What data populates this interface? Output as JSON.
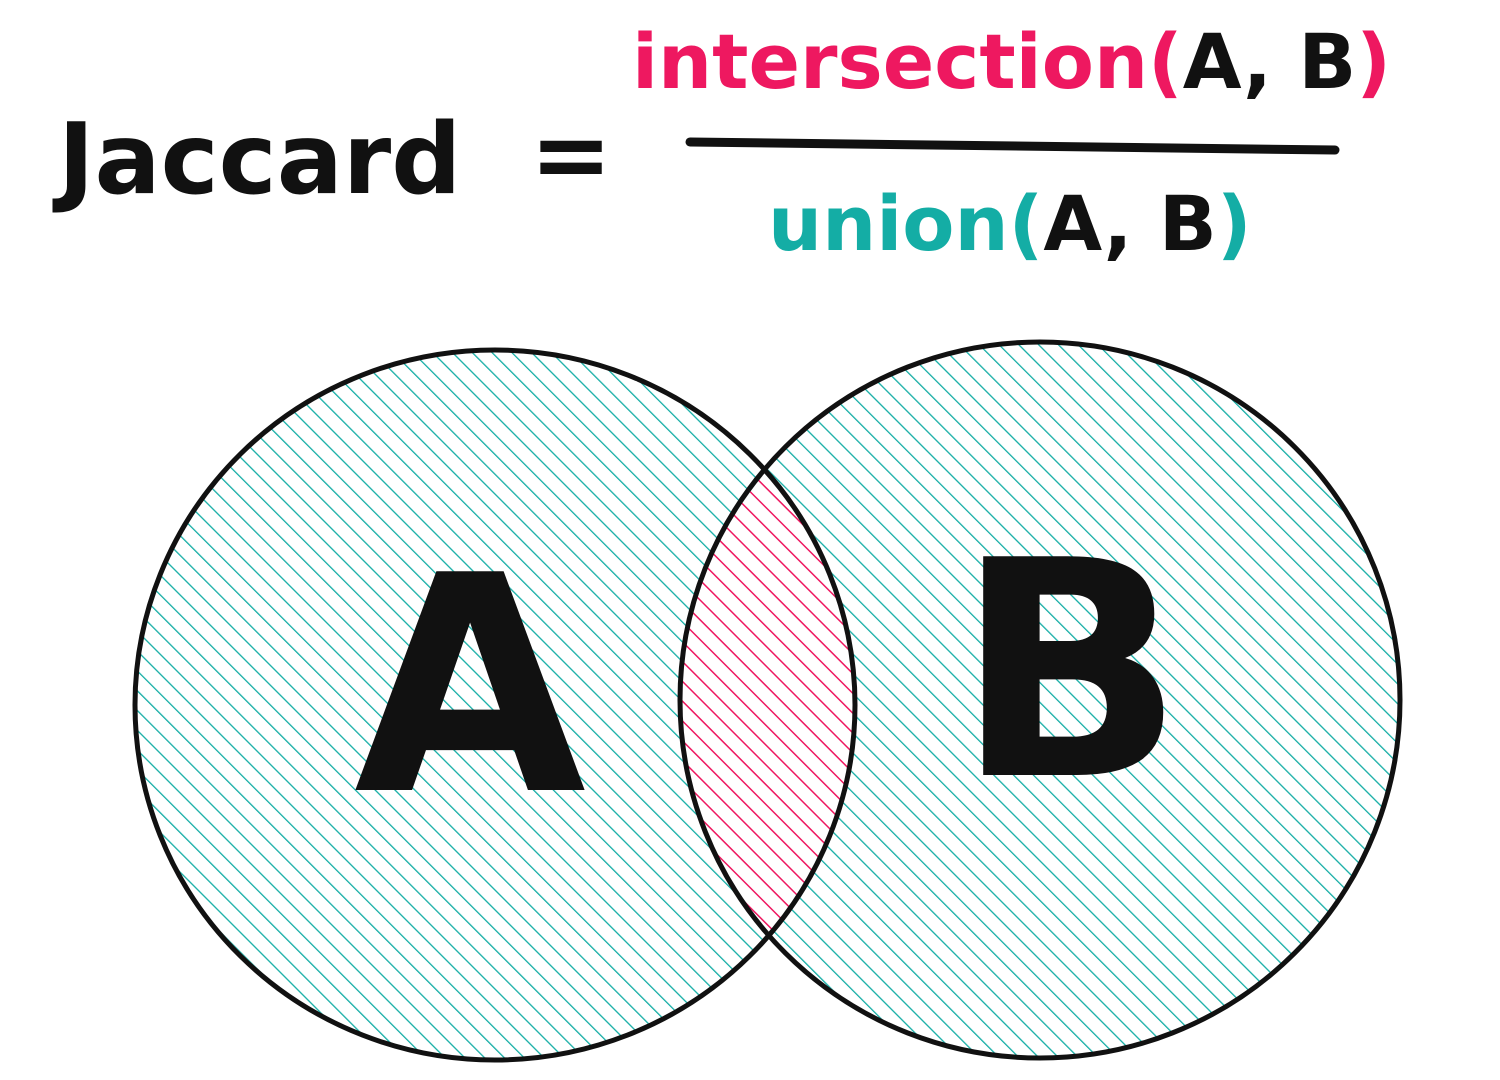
{
  "formula": {
    "lhs": "Jaccard",
    "equals": "=",
    "numerator": {
      "function": "intersection",
      "open_paren": "(",
      "args": "A, B",
      "close_paren": ")"
    },
    "denominator": {
      "function": "union",
      "open_paren": "(",
      "args": "A, B",
      "close_paren": ")"
    }
  },
  "venn": {
    "set_a_label": "A",
    "set_b_label": "B"
  },
  "colors": {
    "text": "#111111",
    "intersection": "#ee1860",
    "union": "#14ada5",
    "outline": "#111111",
    "background": "#ffffff"
  }
}
